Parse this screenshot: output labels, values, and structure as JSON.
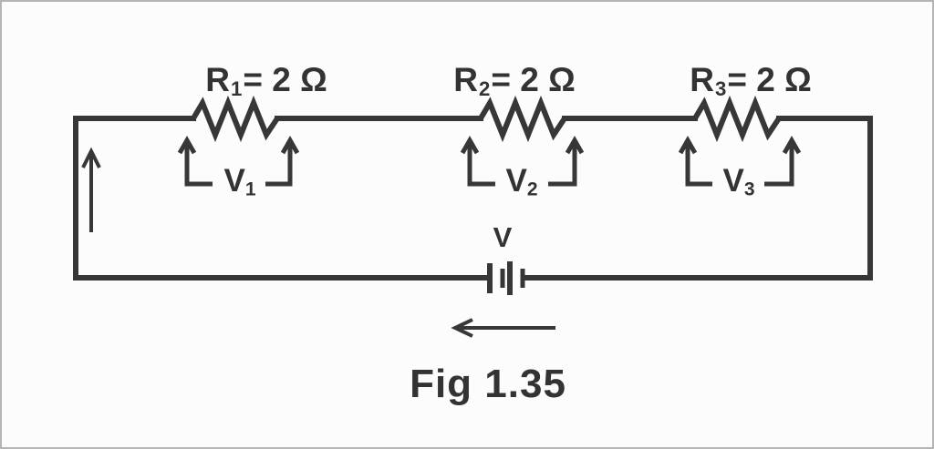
{
  "figure": {
    "caption": "Fig 1.35"
  },
  "colors": {
    "stroke": "#373737",
    "background": "#fcfcfc",
    "frame_border": "#b5b5b5",
    "text": "#333333"
  },
  "resistors": [
    {
      "symbol": "R",
      "sub": "1",
      "value_text": "= 2 Ω"
    },
    {
      "symbol": "R",
      "sub": "2",
      "value_text": "= 2 Ω"
    },
    {
      "symbol": "R",
      "sub": "3",
      "value_text": "= 2 Ω"
    }
  ],
  "voltage_drops": [
    {
      "symbol": "V",
      "sub": "1"
    },
    {
      "symbol": "V",
      "sub": "2"
    },
    {
      "symbol": "V",
      "sub": "3"
    }
  ],
  "battery": {
    "label": "V"
  }
}
